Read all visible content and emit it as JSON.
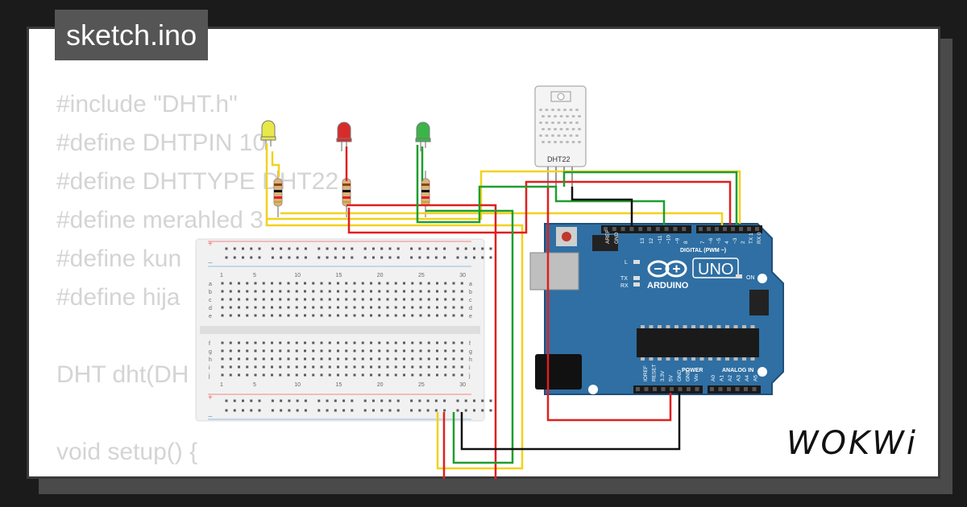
{
  "title": "sketch.ino",
  "code_lines": [
    "#include \"DHT.h\"",
    "#define DHTPIN 10",
    "#define DHTTYPE DHT22",
    "#define merahled 3",
    "#define kun",
    "#define hija",
    "",
    "DHT dht(DH",
    "",
    "void setup() {"
  ],
  "sensor": {
    "label": "DHT22"
  },
  "board": {
    "brand": "ARDUINO",
    "model": "UNO",
    "digital_label": "DIGITAL (PWM ~)",
    "power_label": "POWER",
    "analog_label": "ANALOG IN",
    "on_label": "ON",
    "l_label": "L",
    "tx_label": "TX",
    "rx_label": "RX",
    "digital_pins": [
      "AREF",
      "GND",
      "13",
      "12",
      "~11",
      "~10",
      "~9",
      "8",
      "7",
      "~6",
      "~5",
      "4",
      "~3",
      "2",
      "TX 1",
      "RX 0"
    ],
    "power_pins": [
      "IOREF",
      "RESET",
      "3.3V",
      "5V",
      "GND",
      "GND",
      "Vin"
    ],
    "analog_pins": [
      "A0",
      "A1",
      "A2",
      "A3",
      "A4",
      "A5"
    ]
  },
  "breadboard": {
    "column_numbers": [
      "1",
      "5",
      "10",
      "15",
      "20",
      "25",
      "30"
    ],
    "rows_top": [
      "a",
      "b",
      "c",
      "d",
      "e"
    ],
    "rows_bottom": [
      "f",
      "g",
      "h",
      "i",
      "j"
    ],
    "rail_plus": "+",
    "rail_minus": "−"
  },
  "leds": [
    {
      "color_name": "yellow",
      "color": "#e8e84a"
    },
    {
      "color_name": "red",
      "color": "#d92b2b"
    },
    {
      "color_name": "green",
      "color": "#3bb54a"
    }
  ],
  "wire_colors": {
    "yellow": "#f2d21b",
    "red": "#e01f1f",
    "green": "#1e9e2e",
    "black": "#111111"
  },
  "logo": "WOKWi"
}
